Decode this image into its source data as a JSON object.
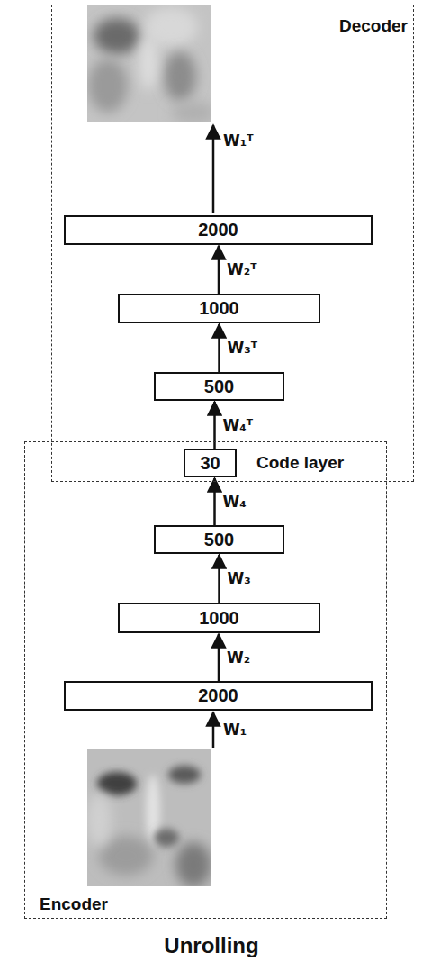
{
  "diagram": {
    "caption": "Unrolling",
    "nodes": [
      {
        "text": [
          "Decoder"
        ]
      },
      {
        "text": [
          "2000"
        ],
        "in": 0
      },
      {
        "text": [
          "1000"
        ],
        "in": 0
      },
      {
        "text": [
          "500"
        ],
        "in": 0
      },
      {
        "text": [
          "Encoder"
        ]
      },
      {
        "text": [
          "30",
          "Code layer"
        ],
        "in": 4
      },
      {
        "text": [
          "500"
        ],
        "in": 4
      },
      {
        "text": [
          "1000"
        ],
        "in": 4
      },
      {
        "text": [
          "2000"
        ],
        "in": 4
      }
    ],
    "edges": [
      {
        "from": 8,
        "to": 7,
        "label": "W₂",
        "arrow": "to"
      },
      {
        "from": 7,
        "to": 6,
        "label": "W₃",
        "arrow": "to"
      },
      {
        "from": 6,
        "to": 5,
        "label": "W₄",
        "arrow": "to"
      },
      {
        "from": 5,
        "to": 3,
        "label": "W₄ᵀ",
        "arrow": "to"
      },
      {
        "from": 3,
        "to": 2,
        "label": "W₃ᵀ",
        "arrow": "to"
      },
      {
        "from": 2,
        "to": 1,
        "label": "W₂ᵀ",
        "arrow": "to"
      }
    ],
    "labels": [
      "W₁ᵀ",
      "W₁"
    ]
  }
}
